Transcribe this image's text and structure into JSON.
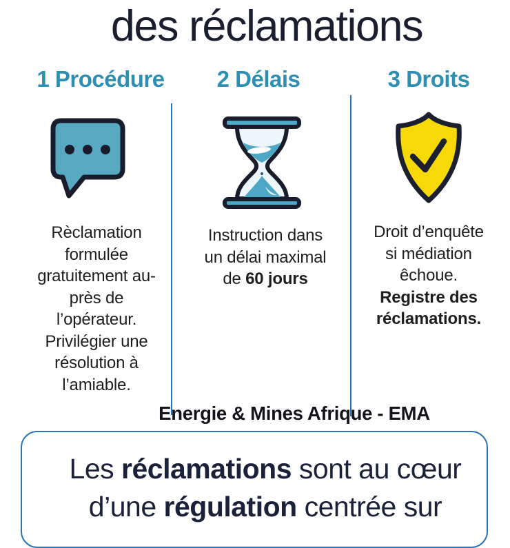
{
  "title": "des réclamations",
  "colors": {
    "header_teal": "#2e8fb2",
    "divider_blue": "#2e74b5",
    "icon_teal": "#58a8c2",
    "glass_pale": "#edf6fa",
    "shield_yellow": "#f6d906",
    "outline_navy": "#191c2b",
    "title_navy": "#1b1e2e",
    "body_text": "#1e1e1e",
    "quote_navy": "#1b2138"
  },
  "columns": [
    {
      "header": "1 Procédure",
      "icon": "speech-bubble-icon",
      "lines": [
        "Rèclamation",
        "formulée",
        "gratuitement au-",
        "près de",
        "l’opérateur.",
        "Privilégier une",
        "résolution à",
        "l’amiable."
      ]
    },
    {
      "header": "2 Délais",
      "icon": "hourglass-icon",
      "lines": [
        "Instruction dans",
        "un délai maximal"
      ],
      "line3_pre": "de ",
      "line3_bold": "60 jours"
    },
    {
      "header": "3 Droits",
      "icon": "shield-check-icon",
      "lines": [
        "Droit d’enquête",
        "si médiation",
        "êchoue."
      ],
      "bold_lines": [
        "Registre des",
        "réclamations."
      ]
    }
  ],
  "footer": {
    "brand": "Energie & Mines Afrique - EMA"
  },
  "quote": {
    "line1_pre": "Les ",
    "line1_bold": "réclamations",
    "line1_post": " sont au cœur",
    "line2_pre": "d’une ",
    "line2_bold": "régulation",
    "line2_post": " centrée sur"
  }
}
